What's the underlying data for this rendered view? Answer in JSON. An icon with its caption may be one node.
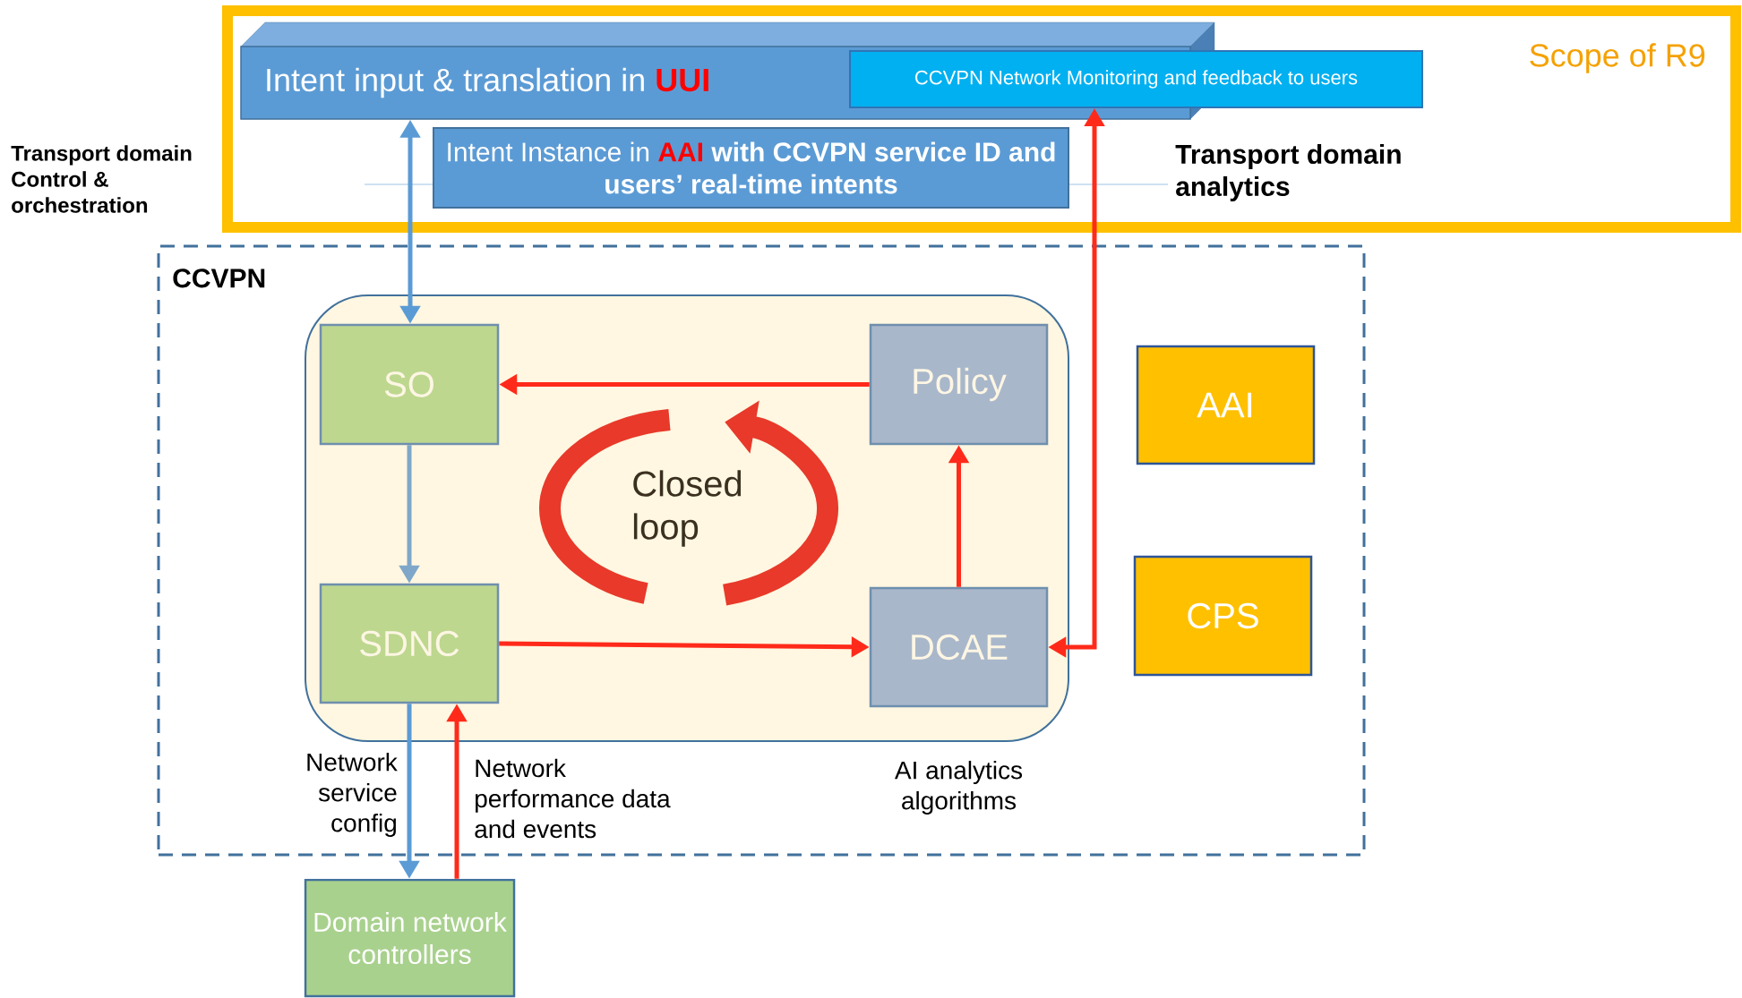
{
  "diagram": {
    "nodes": [
      {
        "text": [
          "Scope of R9"
        ]
      },
      {
        "text": [
          "Intent input & translation in",
          "UUI"
        ],
        "in": 0
      },
      {
        "text": [
          "CCVPN Network Monitoring and feedback to users"
        ],
        "in": 0
      },
      {
        "text": [
          "Intent Instance in",
          "AAI",
          "with CCVPN service ID and users’ real-time intents"
        ],
        "in": 0
      },
      {
        "text": [
          "CCVPN"
        ]
      },
      {
        "text": [],
        "shape": "box",
        "in": 4
      },
      {
        "text": [
          "SO"
        ],
        "in": 5
      },
      {
        "text": [
          "Policy"
        ],
        "in": 5
      },
      {
        "text": [
          "SDNC"
        ],
        "in": 5
      },
      {
        "text": [
          "DCAE"
        ],
        "in": 5,
        "beside": [
          "AI analytics algorithms"
        ]
      },
      {
        "text": [
          "AAI"
        ],
        "in": 4
      },
      {
        "text": [
          "CPS"
        ],
        "in": 4
      },
      {
        "text": [
          "Domain network controllers"
        ]
      }
    ],
    "edges": [
      {
        "from": 1,
        "to": 6,
        "arrow": "both",
        "color": "#5b9bd5"
      },
      {
        "from": 7,
        "to": 6,
        "arrow": "to"
      },
      {
        "from": 6,
        "to": 8,
        "arrow": "to",
        "color": "#7fa7c9"
      },
      {
        "from": 8,
        "to": 9,
        "arrow": "to"
      },
      {
        "from": 9,
        "to": 7,
        "arrow": "to"
      },
      {
        "from": 9,
        "to": 2,
        "arrow": "both"
      },
      {
        "from": 8,
        "to": 12,
        "arrow": "to",
        "label": "Network service config",
        "color": "#5b9bd5"
      },
      {
        "from": 12,
        "to": 8,
        "arrow": "to",
        "label": "Network performance data and events"
      }
    ],
    "labels": [
      "Transport domain Control & orchestration",
      "Transport domain analytics",
      "Closed loop"
    ]
  }
}
